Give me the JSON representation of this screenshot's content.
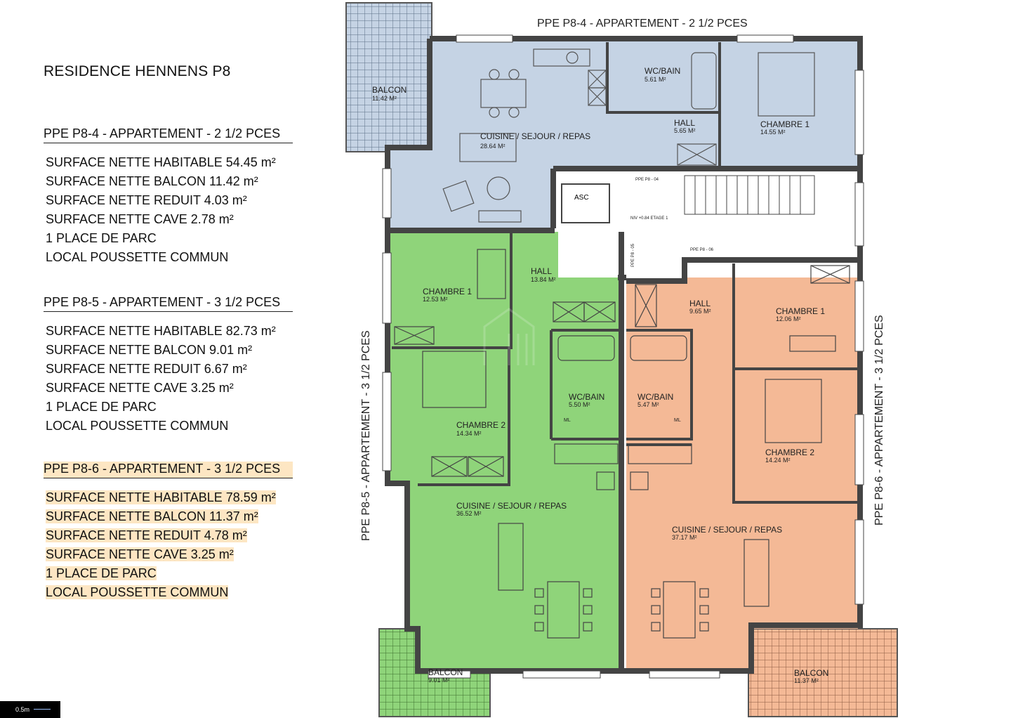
{
  "title": "RESIDENCE HENNENS P8",
  "units": [
    {
      "heading": "PPE P8-4 - APPARTEMENT - 2 1/2 PCES",
      "highlight": false,
      "lines": [
        "SURFACE  NETTE HABITABLE 54.45 m²",
        "SURFACE  NETTE BALCON 11.42 m²",
        "SURFACE  NETTE REDUIT  4.03 m²",
        "SURFACE  NETTE CAVE  2.78 m²",
        "1 PLACE DE PARC",
        "LOCAL POUSSETTE COMMUN"
      ]
    },
    {
      "heading": "PPE P8-5 - APPARTEMENT - 3 1/2 PCES",
      "highlight": false,
      "lines": [
        "SURFACE  NETTE HABITABLE 82.73 m²",
        "SURFACE  NETTE BALCON 9.01 m²",
        "SURFACE  NETTE REDUIT  6.67 m²",
        "SURFACE  NETTE CAVE  3.25 m²",
        "1 PLACE DE PARC",
        "LOCAL POUSSETTE COMMUN"
      ]
    },
    {
      "heading": "PPE P8-6 - APPARTEMENT - 3 1/2 PCES",
      "highlight": true,
      "lines": [
        "SURFACE  NETTE HABITABLE 78.59 m²",
        "SURFACE  NETTE BALCON 11.37 m²",
        "SURFACE  NETTE REDUIT  4.78 m²",
        "SURFACE  NETTE CAVE  3.25 m²",
        "1 PLACE DE PARC",
        "LOCAL POUSSETTE COMMUN"
      ]
    }
  ],
  "plan": {
    "top_label": "PPE P8-4 - APPARTEMENT - 2 1/2 PCES",
    "left_label": "PPE P8-5 - APPARTEMENT - 3 1/2 PCES",
    "right_label": "PPE P8-6 - APPARTEMENT - 3 1/2 PCES",
    "colors": {
      "unit4": "#c5d3e4",
      "unit5": "#8fd47a",
      "unit6": "#f4b996",
      "wall": "#444444",
      "highlight": "#fde6c3"
    },
    "rooms": {
      "balcon4": [
        "BALCON",
        "11.42 M²"
      ],
      "cuisine4": [
        "CUISINE / SEJOUR / REPAS",
        "28.64 M²"
      ],
      "wc4": [
        "WC/BAIN",
        "5.61 M²"
      ],
      "hall4": [
        "HALL",
        "5.65 M²"
      ],
      "chambre4": [
        "CHAMBRE 1",
        "14.55 M²"
      ],
      "chambre51": [
        "CHAMBRE 1",
        "12.53 M²"
      ],
      "hall5": [
        "HALL",
        "13.84 M²"
      ],
      "chambre52": [
        "CHAMBRE 2",
        "14.34 M²"
      ],
      "wc5": [
        "WC/BAIN",
        "5.50 M²"
      ],
      "cuisine5": [
        "CUISINE / SEJOUR / REPAS",
        "36.52 M²"
      ],
      "balcon5": [
        "BALCON",
        "9.01 M²"
      ],
      "hall6": [
        "HALL",
        "9.65 M²"
      ],
      "chambre61": [
        "CHAMBRE 1",
        "12.06 M²"
      ],
      "wc6": [
        "WC/BAIN",
        "5.47 M²"
      ],
      "chambre62": [
        "CHAMBRE 2",
        "14.24 M²"
      ],
      "cuisine6": [
        "CUISINE / SEJOUR / REPAS",
        "37.17 M²"
      ],
      "balcon6": [
        "BALCON",
        "11.37 M²"
      ]
    },
    "small": {
      "asc": "ASC",
      "niv": "NIV +0.84 ETAGE 1",
      "door4": "PPE P8 - 04",
      "door5": "PPE P8 - 05",
      "door6": "PPE P8 - 06",
      "ml": "ML"
    },
    "scale": "0.5m"
  }
}
